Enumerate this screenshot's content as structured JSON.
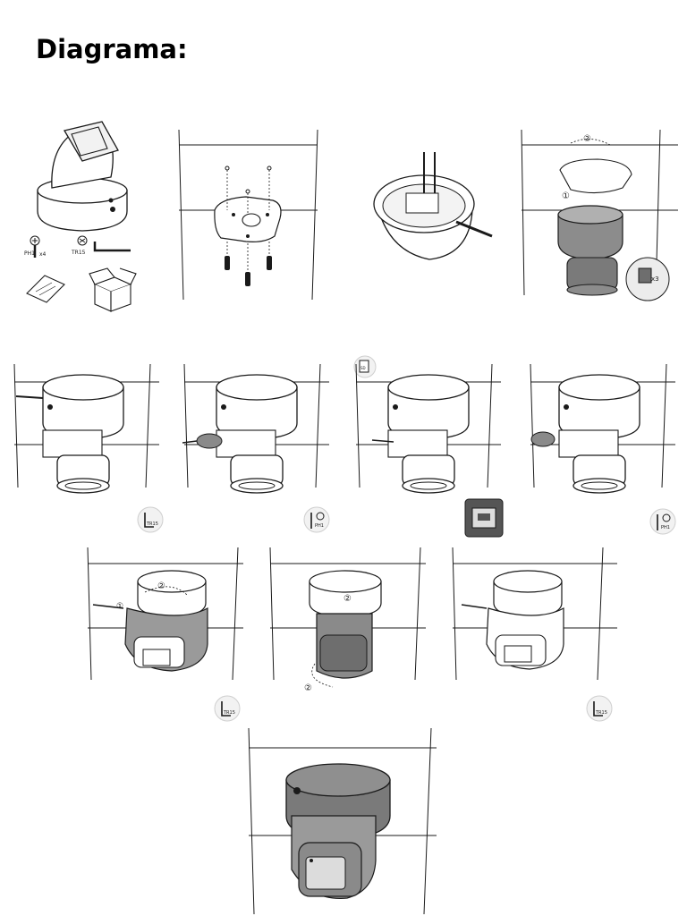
{
  "page": {
    "title": "Diagrama:"
  },
  "labels": {
    "screw_bit": "PH1",
    "screw_qty": "x4",
    "torx_bit": "TR15",
    "sd_card": "SD",
    "clip_qty": "x3",
    "step_mark": "②",
    "step_mark_1": "①"
  },
  "colors": {
    "line": "#1a1a1a",
    "housing": "#9a9a9a",
    "housing_dark": "#6e6e6e",
    "lens_window": "#dcdcdc"
  },
  "icons": [
    "camera-turret-icon",
    "screw-icon",
    "torx-key-icon",
    "manual-icon",
    "box-icon",
    "mount-plate-icon",
    "sd-card-icon",
    "screwdriver-badge-icon",
    "torx-badge-icon",
    "sd-slot-badge-icon",
    "ceiling-camera-icon"
  ]
}
